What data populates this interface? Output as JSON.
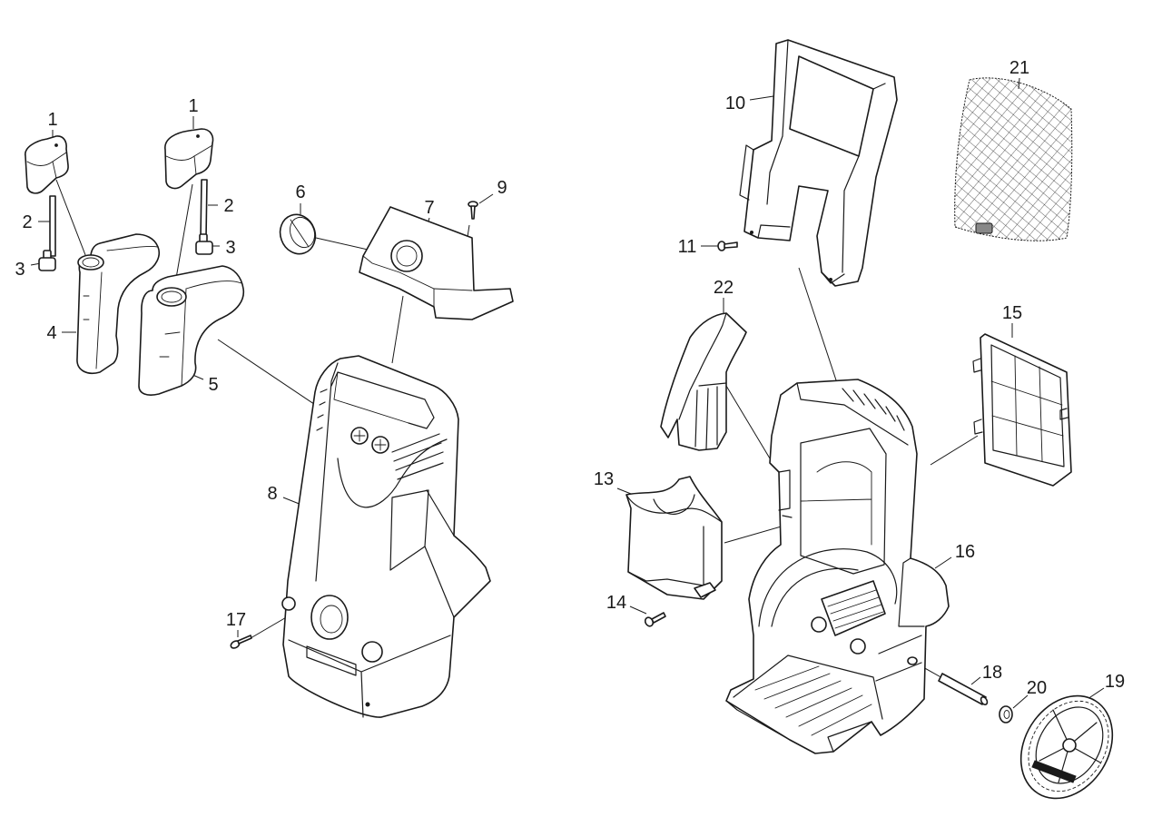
{
  "diagram": {
    "background": "#ffffff",
    "line_color": "#1a1a1a",
    "mesh_tab_color": "#888888"
  },
  "callouts": [
    "1",
    "1",
    "2",
    "2",
    "3",
    "3",
    "4",
    "5",
    "6",
    "7",
    "8",
    "9",
    "10",
    "11",
    "13",
    "14",
    "15",
    "16",
    "17",
    "18",
    "19",
    "20",
    "21",
    "22"
  ]
}
